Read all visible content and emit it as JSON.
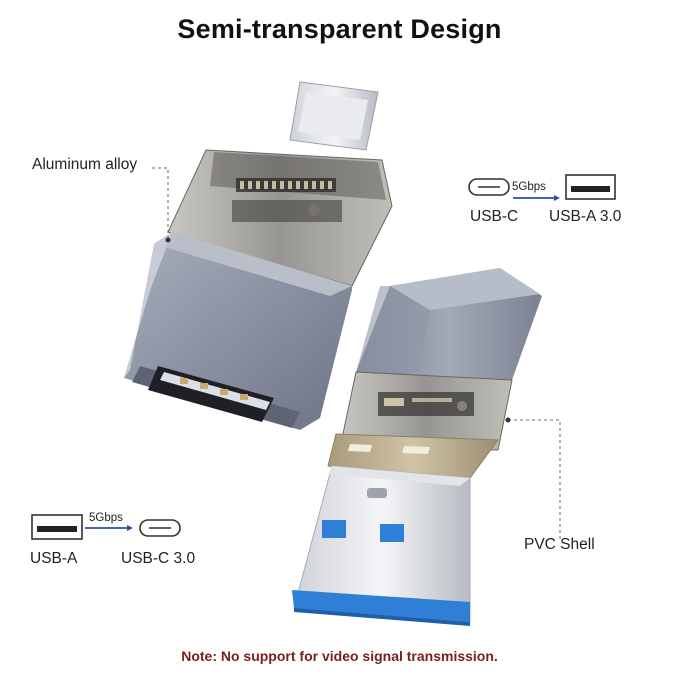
{
  "title": "Semi-transparent Design",
  "callouts": {
    "aluminum": "Aluminum alloy",
    "pvc": "PVC Shell"
  },
  "spec_top": {
    "from_label": "USB-C",
    "speed": "5Gbps",
    "to_label": "USB-A 3.0",
    "from_icon": "usb-c-port-icon",
    "to_icon": "usb-a-port-icon"
  },
  "spec_bottom": {
    "from_label": "USB-A",
    "speed": "5Gbps",
    "to_label": "USB-C 3.0",
    "from_icon": "usb-a-port-icon",
    "to_icon": "usb-c-port-icon"
  },
  "note": "Note: No support for video signal transmission.",
  "colors": {
    "aluminum": "#8e95a6",
    "note_text": "#7a1f1f",
    "usb_blue": "#2f7fd6",
    "arrow_blue": "#2d4fa0"
  }
}
